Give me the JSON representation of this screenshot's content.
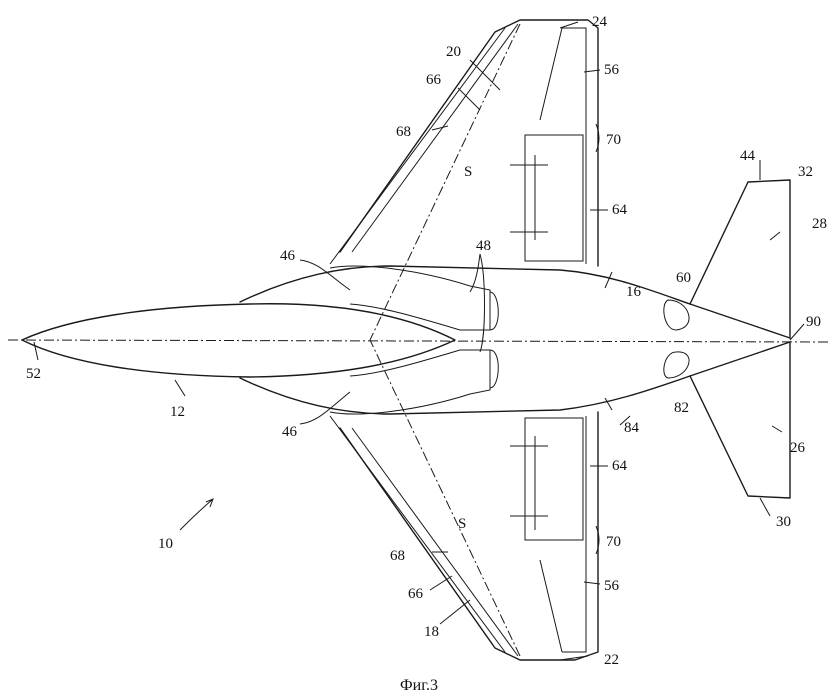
{
  "caption": "Фиг.3",
  "labels": {
    "n10": "10",
    "n12": "12",
    "n16": "16",
    "n18": "18",
    "n20": "20",
    "n22": "22",
    "n24": "24",
    "n26": "26",
    "n28": "28",
    "n30": "30",
    "n32": "32",
    "n44": "44",
    "n46a": "46",
    "n46b": "46",
    "n48": "48",
    "n52": "52",
    "n56a": "56",
    "n56b": "56",
    "n60": "60",
    "n64a": "64",
    "n64b": "64",
    "n66a": "66",
    "n66b": "66",
    "n68a": "68",
    "n68b": "68",
    "n70a": "70",
    "n70b": "70",
    "n82": "82",
    "n84": "84",
    "n90": "90",
    "sA": "S",
    "sB": "S"
  }
}
